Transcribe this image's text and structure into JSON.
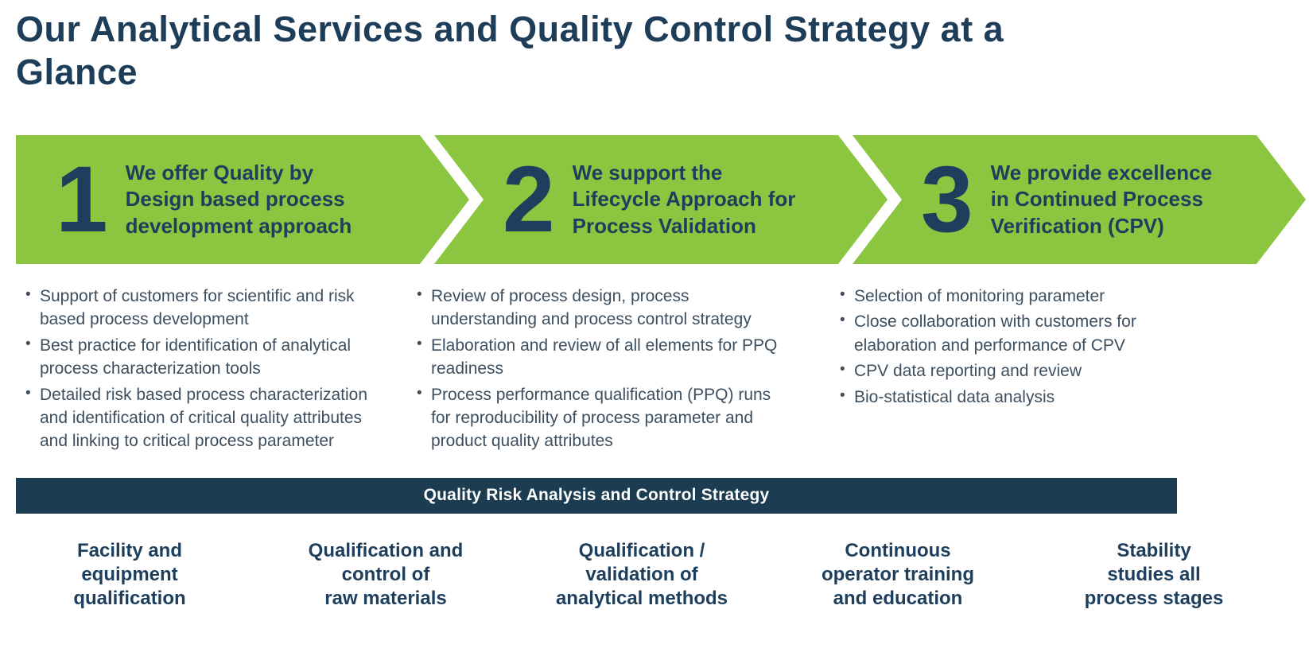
{
  "page": {
    "title": "Our Analytical Services and Quality Control Strategy at a\nGlance"
  },
  "colors": {
    "arrow_green": "#8cc540",
    "navy": "#1d3e5c",
    "banner_background": "#1c3c52",
    "bullet_text": "#3d4f5f",
    "banner_text": "#ffffff"
  },
  "steps": [
    {
      "number": "1",
      "heading": "We offer Quality by\nDesign based process\ndevelopment approach",
      "bullets": [
        "Support of customers for scientific and risk based process development",
        "Best practice for identification of analytical process characterization tools",
        "Detailed risk based process characterization and identification of critical quality attributes and linking to critical process parameter"
      ]
    },
    {
      "number": "2",
      "heading": "We support the\nLifecycle Approach for\nProcess Validation",
      "bullets": [
        "Review of process design, process understanding and process control strategy",
        "Elaboration and review of all elements for PPQ readiness",
        "Process performance qualification (PPQ) runs for reproducibility of process parameter and product quality attributes"
      ]
    },
    {
      "number": "3",
      "heading": "We provide excellence\nin Continued Process\nVerification (CPV)",
      "bullets": [
        "Selection of monitoring parameter",
        "Close collaboration with customers for elaboration and performance of CPV",
        "CPV data reporting and review",
        "Bio-statistical data analysis"
      ]
    }
  ],
  "banner": {
    "label": "Quality Risk Analysis and Control Strategy"
  },
  "foundations": [
    "Facility and\nequipment\nqualification",
    "Qualification and\ncontrol of\nraw materials",
    "Qualification /\nvalidation of\nanalytical methods",
    "Continuous\noperator training\nand education",
    "Stability\nstudies all\nprocess stages"
  ]
}
